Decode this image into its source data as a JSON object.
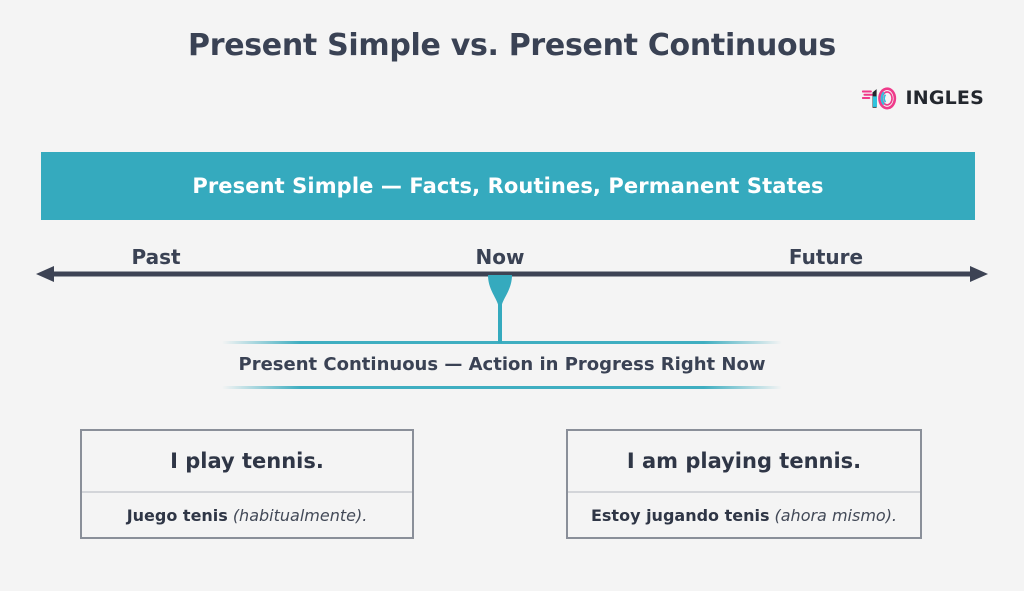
{
  "page": {
    "title": "Present Simple vs. Present Continuous",
    "background_color": "#f4f4f4",
    "accent_color": "#35aabe",
    "text_color": "#3a4254"
  },
  "logo": {
    "mark_name": "10-ingles-logo-mark",
    "wordmark": "INGLES",
    "digits": "10",
    "pink": "#ef3a8a",
    "cyan": "#2fc3dd"
  },
  "banner": {
    "text": "Present Simple — Facts, Routines, Permanent States",
    "background_color": "#35aabe",
    "text_color": "#ffffff"
  },
  "timeline": {
    "labels": {
      "past": "Past",
      "now": "Now",
      "future": "Future"
    },
    "marker_name": "now-marker",
    "arrow_color": "#3d4354"
  },
  "present_continuous": {
    "text": "Present Continuous — Action in Progress Right Now",
    "rule_color": "#35aabe"
  },
  "examples": [
    {
      "id": "present-simple-example",
      "english": "I play tennis.",
      "spanish_main": "Juego tenis",
      "spanish_note": "(habitualmente)."
    },
    {
      "id": "present-continuous-example",
      "english": "I am playing tennis.",
      "spanish_main": "Estoy jugando tenis",
      "spanish_note": "(ahora mismo)."
    }
  ]
}
